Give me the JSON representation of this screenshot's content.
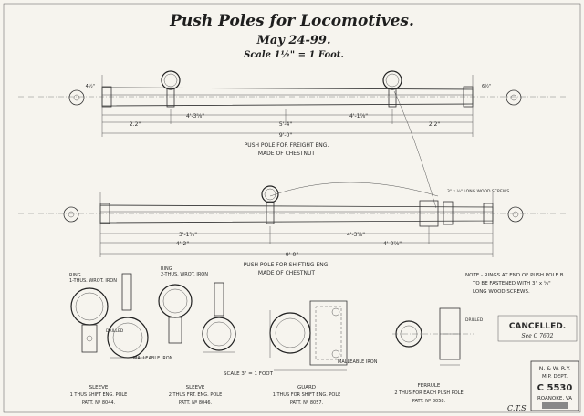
{
  "title": "Push Poles for Locomotives.",
  "date": "May 24-99.",
  "scale": "Scale 1½\" = 1 Foot.",
  "freight": {
    "label_line1": "PUSH POLE FOR FREIGHT ENG.",
    "label_line2": "MADE OF CHESTNUT",
    "dim_22_left": "2.2\"",
    "dim_4_3": "4'-3⅝\"",
    "dim_5_4": "5'-4\"",
    "dim_4_1": "4'-1⅞\"",
    "dim_22_right": "2.2\"",
    "dim_overall": "9'-0\"",
    "dim_a": "4½\"",
    "dim_b": "6½\""
  },
  "shifting": {
    "label_line1": "PUSH POLE FOR SHIFTING ENG.",
    "label_line2": "MADE OF CHESTNUT",
    "dim_3_1": "3'-1⅜\"",
    "dim_4_3": "4'-3⅝\"",
    "dim_4_2": "4'-2\"",
    "dim_4_0": "4'-0⅞\"",
    "dim_overall": "9'-0\"",
    "screw_note": "3\" x ¼\" LONG WOOD SCREWS"
  },
  "note": {
    "line1": "NOTE - RINGS AT END OF PUSH POLE B",
    "line2": "TO BE FASTENED WITH 3\" x ¼\"",
    "line3": "LONG WOOD SCREWS."
  },
  "details": {
    "ring1": "RING\n1-THUS. WROT. IRON",
    "ring2": "RING\n2-THUS. WROT. IRON",
    "drilled": "DRILLED",
    "malleable1": "MALLEABLE IRON",
    "malleable2": "MALLEABLE IRON",
    "scale_note": "SCALE 3\" = 1 FOOT",
    "sleeve1_l1": "SLEEVE",
    "sleeve1_l2": "1 THUS SHIFT ENG. POLE",
    "sleeve1_patt": "PATT. Nº 8044.",
    "sleeve2_l1": "SLEEVE",
    "sleeve2_l2": "2 THUS FRT. ENG. POLE",
    "sleeve2_patt": "PATT. Nº 8046.",
    "guard_l1": "GUARD",
    "guard_l2": "1 THUS FOR SHIFT ENG. POLE",
    "guard_patt": "PATT. Nº 8057.",
    "ferrule_l1": "FERRULE",
    "ferrule_l2": "2 THUS FOR EACH PUSH POLE",
    "ferrule_patt": "PATT. Nº 8058."
  },
  "stamp": {
    "cancelled": "CANCELLED.",
    "see": "See C 7602",
    "sheet": "N. & W. R.Y.",
    "dept": "M.P. DEPT.",
    "number": "C 5530",
    "city": "ROANOKE, VA",
    "margin_note": "C.T.S"
  }
}
